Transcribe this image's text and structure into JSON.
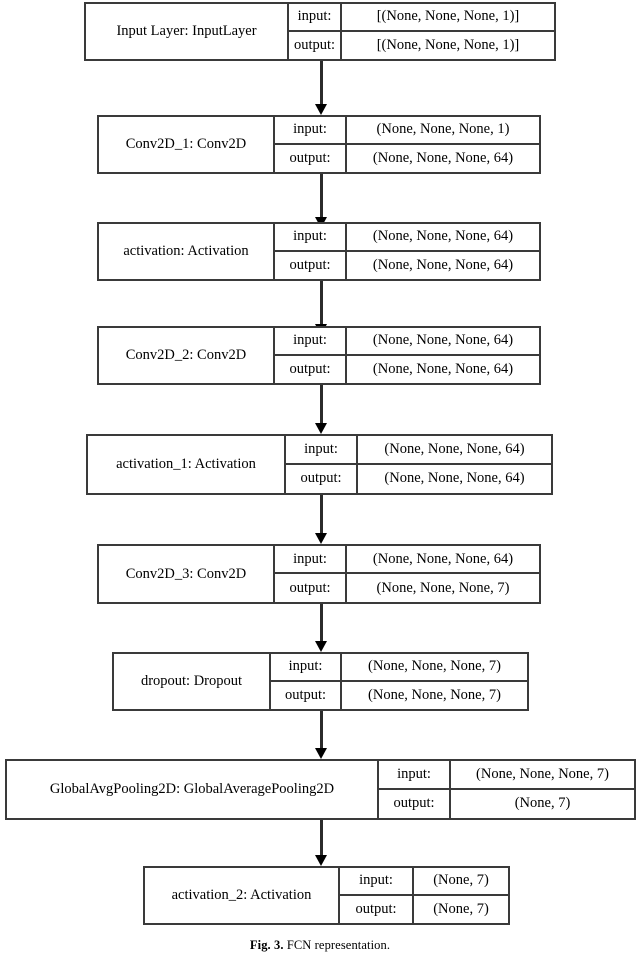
{
  "figure": {
    "caption_label": "Fig. 3.",
    "caption_text": "FCN representation.",
    "io_labels": {
      "input": "input:",
      "output": "output:"
    }
  },
  "graph": {
    "type": "neural-network-layer-graph",
    "orientation": "top-to-bottom",
    "edge_count": 8,
    "nodes": [
      {
        "id": "input_layer",
        "name": "Input Layer: InputLayer",
        "layer_name": "Input Layer",
        "layer_type": "InputLayer",
        "input_shape": "[(None, None, None, 1)]",
        "output_shape": "[(None, None, None, 1)]"
      },
      {
        "id": "conv2d_1",
        "name": "Conv2D_1: Conv2D",
        "layer_name": "Conv2D_1",
        "layer_type": "Conv2D",
        "input_shape": "(None, None, None, 1)",
        "output_shape": "(None, None, None, 64)"
      },
      {
        "id": "activation",
        "name": "activation: Activation",
        "layer_name": "activation",
        "layer_type": "Activation",
        "input_shape": "(None, None, None, 64)",
        "output_shape": "(None, None, None, 64)"
      },
      {
        "id": "conv2d_2",
        "name": "Conv2D_2: Conv2D",
        "layer_name": "Conv2D_2",
        "layer_type": "Conv2D",
        "input_shape": "(None, None, None, 64)",
        "output_shape": "(None, None, None, 64)"
      },
      {
        "id": "activation_1",
        "name": "activation_1: Activation",
        "layer_name": "activation_1",
        "layer_type": "Activation",
        "input_shape": "(None, None, None, 64)",
        "output_shape": "(None, None, None, 64)"
      },
      {
        "id": "conv2d_3",
        "name": "Conv2D_3: Conv2D",
        "layer_name": "Conv2D_3",
        "layer_type": "Conv2D",
        "input_shape": "(None, None, None, 64)",
        "output_shape": "(None, None, None, 7)"
      },
      {
        "id": "dropout",
        "name": "dropout: Dropout",
        "layer_name": "dropout",
        "layer_type": "Dropout",
        "input_shape": "(None, None, None, 7)",
        "output_shape": "(None, None, None, 7)"
      },
      {
        "id": "global_avg_pooling_2d",
        "name": "GlobalAvgPooling2D: GlobalAveragePooling2D",
        "layer_name": "GlobalAvgPooling2D",
        "layer_type": "GlobalAveragePooling2D",
        "input_shape": "(None, None, None, 7)",
        "output_shape": "(None, 7)"
      },
      {
        "id": "activation_2",
        "name": "activation_2: Activation",
        "layer_name": "activation_2",
        "layer_type": "Activation",
        "input_shape": "(None, 7)",
        "output_shape": "(None, 7)"
      }
    ]
  },
  "style": {
    "box_border_color": "#3a3a3a",
    "arrow_color": "#000000",
    "background_color": "#ffffff",
    "text_color": "#000000"
  }
}
